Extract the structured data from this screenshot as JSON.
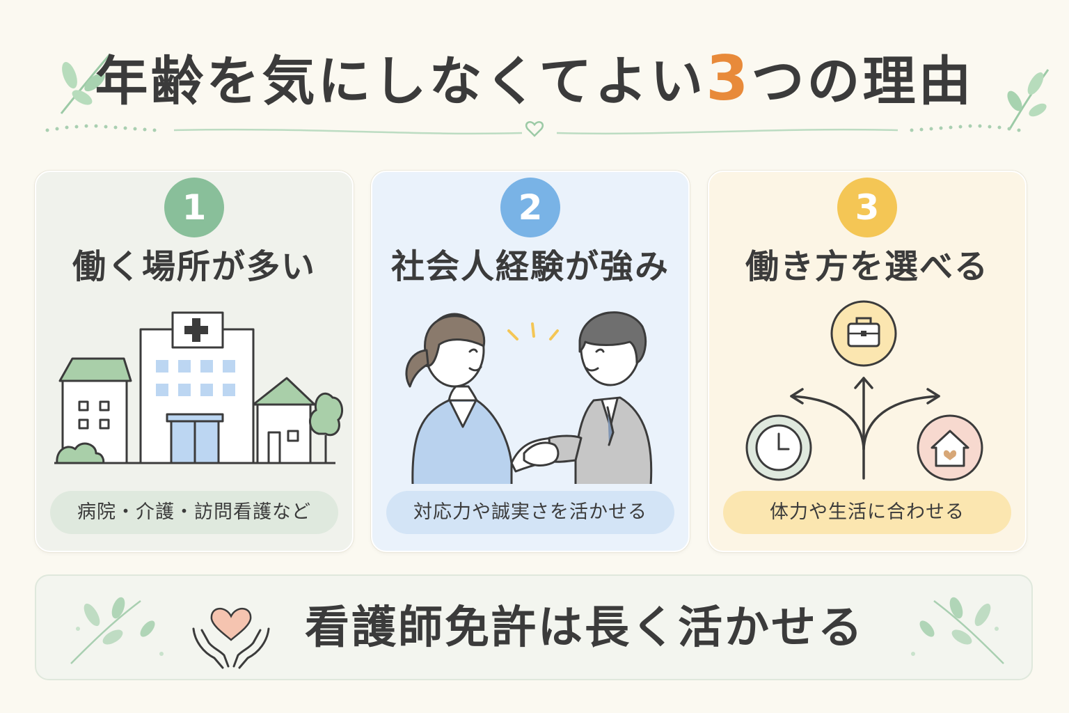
{
  "header": {
    "title_before": "年齢を気にしなくてよい",
    "title_number": "3",
    "title_after": "つの理由",
    "accent_color": "#e88a3a"
  },
  "cards": [
    {
      "number": "1",
      "title": "働く場所が多い",
      "caption": "病院・介護・訪問看護など",
      "color": "#89bf9a",
      "illustration": "hospital-buildings"
    },
    {
      "number": "2",
      "title": "社会人経験が強み",
      "caption": "対応力や誠実さを活かせる",
      "color": "#79b3e6",
      "illustration": "handshake-people"
    },
    {
      "number": "3",
      "title": "働き方を選べる",
      "caption": "体力や生活に合わせる",
      "color": "#f4c655",
      "illustration": "choice-arrows",
      "icons": [
        "briefcase-icon",
        "clock-icon",
        "home-heart-icon"
      ]
    }
  ],
  "footer": {
    "text": "看護師免許は長く活かせる",
    "icon": "hands-heart-icon"
  }
}
